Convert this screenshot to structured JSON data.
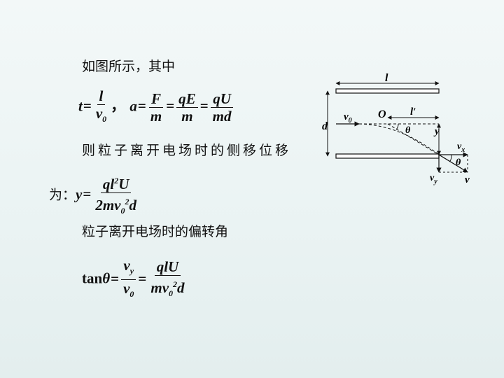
{
  "intro": "如图所示，其中",
  "eq1": {
    "t": "t",
    "l": "l",
    "v0": "v",
    "sub0": "0",
    "a": "a",
    "F": "F",
    "m": "m",
    "qE": "qE",
    "qU": "qU",
    "md": "md"
  },
  "sentence_offset": "则粒子离开电场时的侧移位移",
  "label_wei": "为：",
  "eq2": {
    "y": "y",
    "num_q": "ql",
    "num_sup": "2",
    "num_U": "U",
    "den_2m": "2mv",
    "den_sub": "0",
    "den_sup": "2",
    "den_d": "d"
  },
  "sentence_angle": "粒子离开电场时的偏转角",
  "eq3": {
    "tan": "tan",
    "theta": "θ",
    "vy": "v",
    "vy_sub": "y",
    "v0": "v",
    "v0_sub": "0",
    "qlU": "qlU",
    "mv0": "mv",
    "mv0_sub": "0",
    "mv0_sup": "2",
    "d": "d"
  },
  "diagram": {
    "l": "l",
    "d": "d",
    "v0": "v",
    "v0_sub": "0",
    "O": "O",
    "lprime": "l′",
    "theta": "θ",
    "y": "y",
    "vx": "v",
    "vx_sub": "x",
    "vy": "v",
    "vy_sub": "y",
    "v": "v"
  }
}
